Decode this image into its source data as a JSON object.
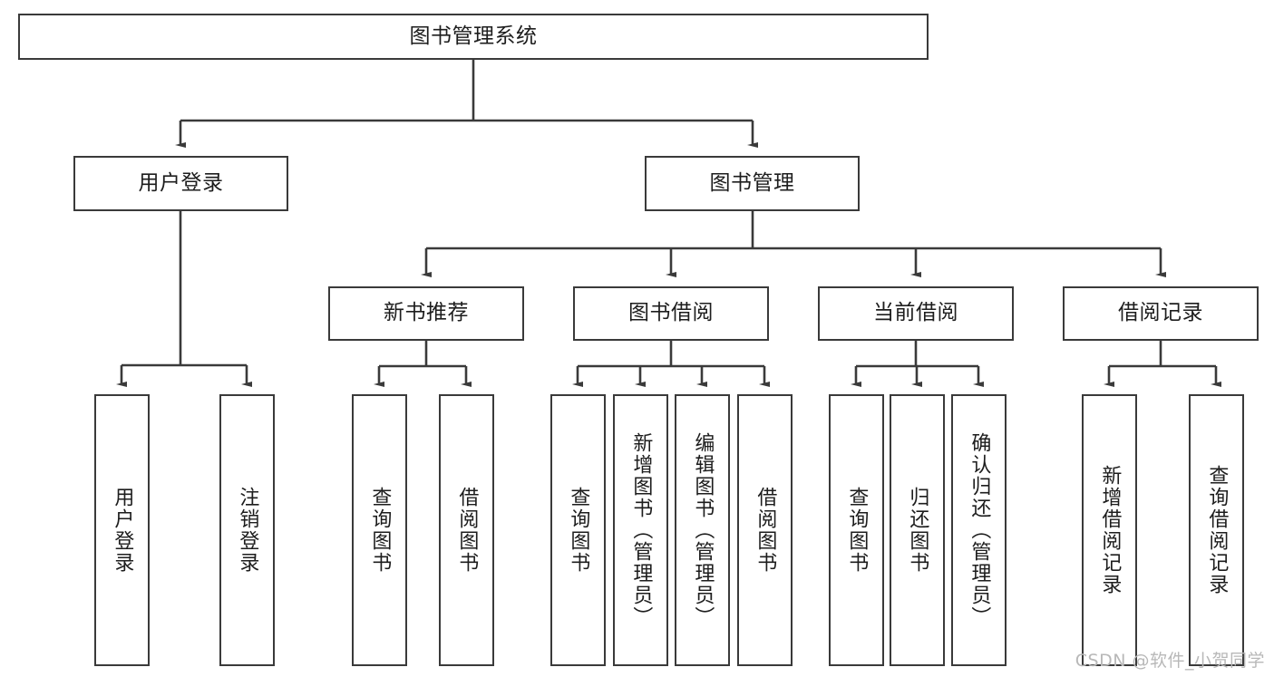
{
  "diagram": {
    "title": "图书管理系统",
    "type": "tree-hierarchy",
    "orientation": "top-down",
    "colors": {
      "box_border": "#3a3a3a",
      "box_fill": "#ffffff",
      "edge": "#3a3a3a",
      "text": "#1d1d1d",
      "watermark": "#b8b8b8"
    },
    "nodes": {
      "root": {
        "label": "图书管理系统"
      },
      "level2": [
        {
          "label": "用户登录"
        },
        {
          "label": "图书管理"
        }
      ],
      "level3": [
        {
          "label": "新书推荐"
        },
        {
          "label": "图书借阅"
        },
        {
          "label": "当前借阅"
        },
        {
          "label": "借阅记录"
        }
      ],
      "leaves": {
        "user_login": [
          {
            "label": "用户登录"
          },
          {
            "label": "注销登录"
          }
        ],
        "new_book_recommend": [
          {
            "label": "查询图书"
          },
          {
            "label": "借阅图书"
          }
        ],
        "book_borrow": [
          {
            "label": "查询图书"
          },
          {
            "label": "新增图书（管理员）"
          },
          {
            "label": "编辑图书（管理员）"
          },
          {
            "label": "借阅图书"
          }
        ],
        "current_borrow": [
          {
            "label": "查询图书"
          },
          {
            "label": "归还图书"
          },
          {
            "label": "确认归还（管理员）"
          }
        ],
        "borrow_record": [
          {
            "label": "新增借阅记录"
          },
          {
            "label": "查询借阅记录"
          }
        ]
      }
    },
    "watermark": "CSDN @软件_小贺同学"
  }
}
